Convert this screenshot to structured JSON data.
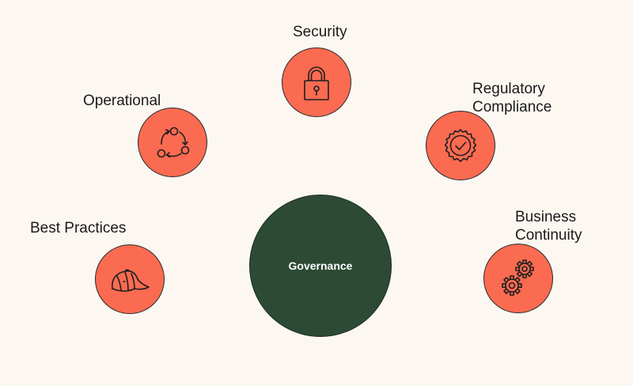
{
  "colors": {
    "background": "#fcf7f1",
    "node_fill": "#fb6b51",
    "center_fill": "#2c4a35",
    "icon_stroke": "#1f1f1f"
  },
  "center": {
    "label": "Governance"
  },
  "nodes": [
    {
      "id": "security",
      "label": "Security",
      "icon": "lock-icon"
    },
    {
      "id": "regulatory",
      "label": "Regulatory\nCompliance",
      "icon": "badge-check-icon"
    },
    {
      "id": "business",
      "label": "Business\nContinuity",
      "icon": "gears-icon"
    },
    {
      "id": "operational",
      "label": "Operational",
      "icon": "cycle-icon"
    },
    {
      "id": "best",
      "label": "Best Practices",
      "icon": "cap-icon"
    }
  ]
}
